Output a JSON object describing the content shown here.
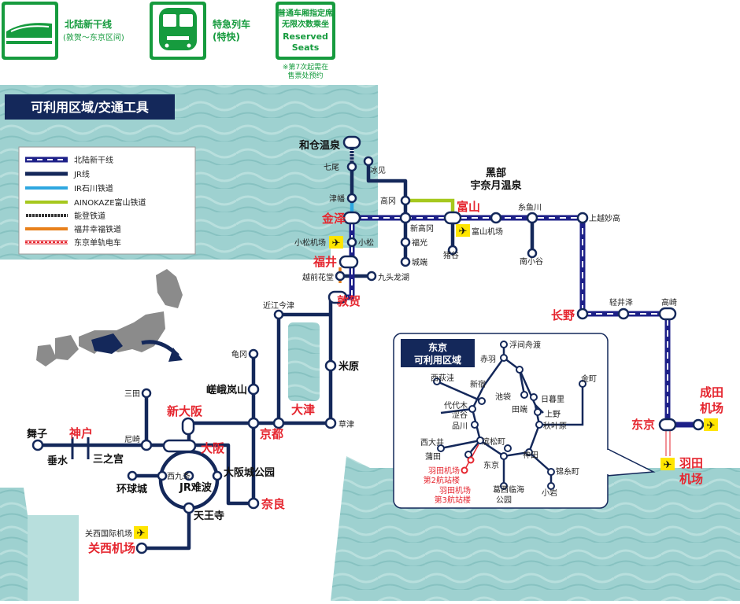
{
  "badges": [
    {
      "icon": "shinkansen-icon",
      "title": "北陆新干线",
      "sub": "(敦贺～东京区间)"
    },
    {
      "icon": "limited-express-icon",
      "title": "特急列车",
      "sub": "(特快)"
    },
    {
      "icon": "reserved-seats-icon",
      "lines": [
        "普通车厢指定席",
        "无限次数乘坐",
        "Reserved",
        "Seats"
      ],
      "note": [
        "※第7次起需在",
        "售票处预约"
      ]
    }
  ],
  "map_title": "可利用区域/交通工具",
  "legend": [
    {
      "label": "北陆新干线",
      "color": "#1d2088",
      "style": "shinkansen"
    },
    {
      "label": "JR线",
      "color": "#14285a",
      "style": "solid"
    },
    {
      "label": "IR石川铁道",
      "color": "#2ea7e0",
      "style": "solid"
    },
    {
      "label": "AINOKAZE富山铁道",
      "color": "#a6c81e",
      "style": "solid"
    },
    {
      "label": "能登铁道",
      "color": "#333333",
      "style": "hatched"
    },
    {
      "label": "福井幸福铁道",
      "color": "#e8801b",
      "style": "solid"
    },
    {
      "label": "东京单轨电车",
      "color": "#e5262f",
      "style": "monorail"
    }
  ],
  "stations": {
    "wakura": "和仓温泉",
    "nanao": "七尾",
    "tsubata": "津幡",
    "kanazawa": "金泽",
    "komatsu_ap": "小松机场",
    "komatsu": "小松",
    "fukui": "福井",
    "echizen": "越前花堂",
    "kuzuryuko": "九头龙湖",
    "tsuruga": "敦贺",
    "himi": "冰见",
    "takaoka": "高冈",
    "shintakaoka": "新高冈",
    "fukumitsu": "福光",
    "johana": "城端",
    "toyama": "富山",
    "toyama_ap": "富山机场",
    "inotani": "猪谷",
    "unazuki": "黑部\n宇奈月温泉",
    "itoigawa": "糸鱼川",
    "minamiotari": "南小谷",
    "joetsu": "上越妙高",
    "nagano": "长野",
    "karuizawa": "轻井泽",
    "takasaki": "高崎",
    "tokyo": "东京",
    "narita": "成田\n机场",
    "haneda": "羽田\n机场",
    "omi": "近江今津",
    "maibara": "米原",
    "kameoka": "龟冈",
    "arashiyama": "嵯峨岚山",
    "otsu": "大津",
    "kusatsu": "草津",
    "kyoto": "京都",
    "shinosaka": "新大阪",
    "osaka": "大阪",
    "mita": "三田",
    "amagasaki": "尼崎",
    "kobe": "神户",
    "maiko": "舞子",
    "tarumi": "垂水",
    "sannomiya": "三之宫",
    "kankyojo": "环球城",
    "nishikujo": "西九条",
    "jrnamba": "JR难波",
    "osakajokoen": "大阪城公园",
    "nara": "奈良",
    "tennoji": "天王寺",
    "kix": "关西国际机场",
    "kix_big": "关西机场"
  },
  "tokyo_area": {
    "title": "东京\n可利用区域",
    "stations": [
      "浮间舟渡",
      "赤羽",
      "西荻洼",
      "新宿",
      "池袋",
      "日暮里",
      "金町",
      "田端",
      "代代木",
      "上野",
      "涩谷",
      "品川",
      "秋叶原",
      "西大井",
      "滨松町",
      "神田",
      "蒲田",
      "东京",
      "锦糸町",
      "葛西临海\n公园",
      "小岩"
    ],
    "red_stations": [
      "羽田机场\n第2航站楼",
      "羽田机场\n第3航站楼"
    ]
  },
  "colors": {
    "shinkansen": "#1d2088",
    "jr": "#14285a",
    "ir": "#2ea7e0",
    "ainokaze": "#a6c81e",
    "fukui": "#e8801b",
    "monorail": "#e5262f",
    "accent_red": "#e5262f",
    "badge_green": "#169b3e",
    "sea": "#8fc9c9"
  }
}
